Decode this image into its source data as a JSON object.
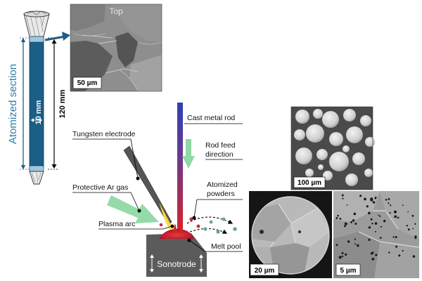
{
  "labels": {
    "atomized_section": "Atomized section",
    "dim_10mm": "10 mm",
    "dim_120mm": "120 mm",
    "top": "Top",
    "scale_top": "50 µm",
    "cast_metal_rod": "Cast metal rod",
    "rod_feed_1": "Rod feed",
    "rod_feed_2": "direction",
    "tungsten_electrode": "Tungsten electrode",
    "protective_gas": "Protective Ar gas",
    "atomized_1": "Atomized",
    "atomized_2": "powders",
    "plasma_arc": "Plasma arc",
    "melt_pool": "Melt pool",
    "sonotrode": "Sonotrode",
    "scale_powders": "100 µm",
    "scale_cross": "20 µm",
    "scale_zoom": "5 µm"
  },
  "colors": {
    "rod_section": "#1b5e86",
    "section_label": "#2e7fa8",
    "gas_arrow": "#8fd9a4",
    "plasma": "#ffe23a",
    "melt_pool": "#b3122a",
    "sonotrode": "#5b5b5b"
  }
}
